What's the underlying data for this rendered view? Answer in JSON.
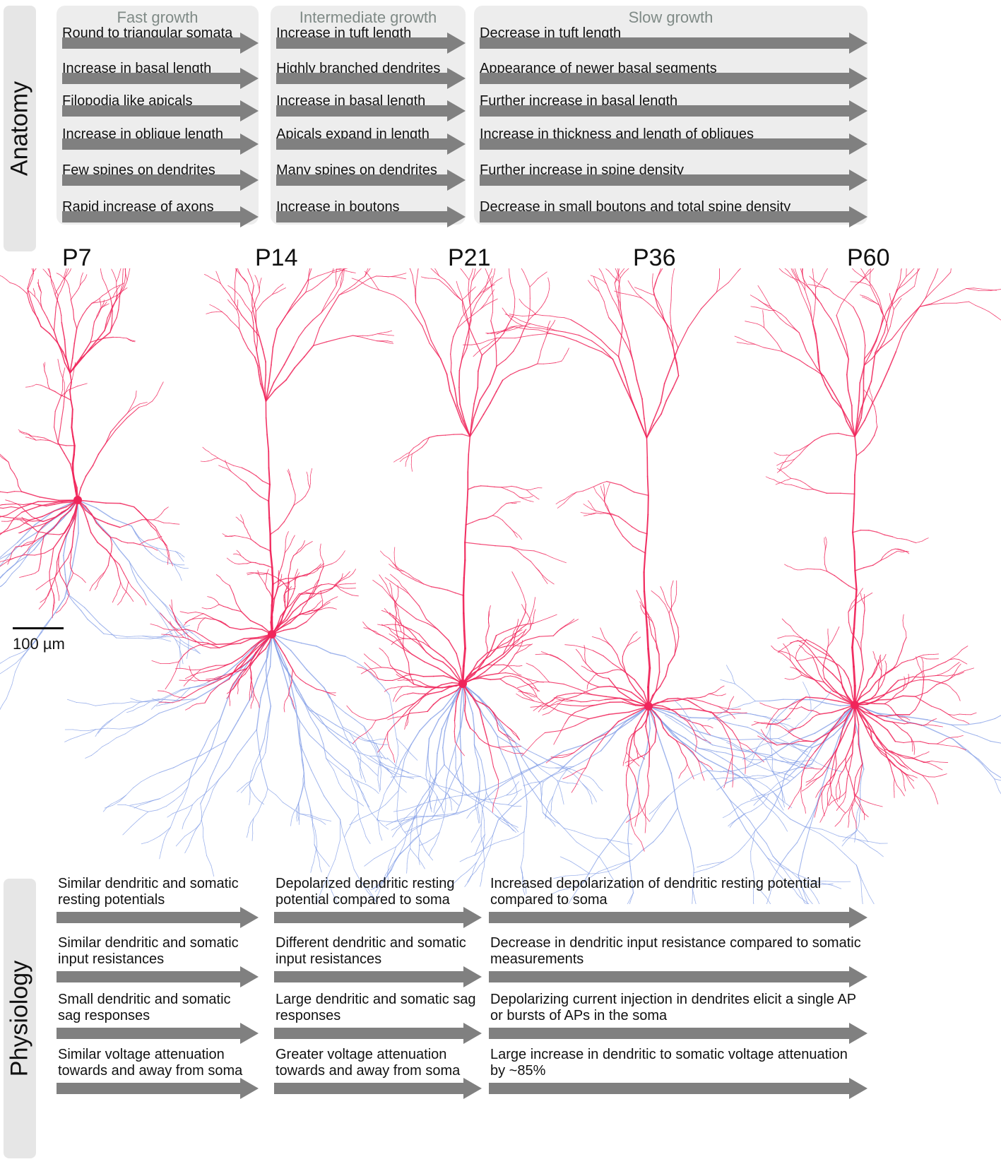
{
  "sections": {
    "anatomy": "Anatomy",
    "physiology": "Physiology"
  },
  "stages": [
    {
      "title": "Fast growth",
      "anatomy": [
        "Round to triangular somata",
        "Increase in basal length",
        "Filopodia like apicals",
        "Increase in oblique length",
        "Few spines on dendrites",
        "Rapid increase of axons"
      ],
      "physiology": [
        "Similar dendritic and somatic resting potentials",
        "Similar dendritic and somatic input resistances",
        "Small dendritic and somatic sag responses",
        "Similar voltage attenuation towards and away from soma"
      ]
    },
    {
      "title": "Intermediate growth",
      "anatomy": [
        "Increase in tuft length",
        "Highly branched dendrites",
        "Increase in basal length",
        "Apicals expand in length",
        "Many spines on dendrites",
        "Increase in boutons"
      ],
      "physiology": [
        "Depolarized dendritic resting potential compared to soma",
        "Different dendritic and somatic input resistances",
        "Large dendritic and somatic sag responses",
        "Greater voltage attenuation towards and away from soma"
      ]
    },
    {
      "title": "Slow growth",
      "anatomy": [
        "Decrease in tuft length",
        "Appearance of newer basal segments",
        "Further increase in basal length",
        "Increase in thickness and length of obliques",
        "Further increase in spine density",
        "Decrease in small boutons and total spine density"
      ],
      "physiology": [
        "Increased depolarization of dendritic resting potential compared to soma",
        "Decrease in dendritic input resistance compared to somatic measurements",
        "Depolarizing current injection in dendrites elicit a single AP or bursts of APs in the soma",
        "Large increase in dendritic to somatic voltage attenuation by ~85%"
      ]
    }
  ],
  "ages": [
    "P7",
    "P14",
    "P21",
    "P36",
    "P60"
  ],
  "scale_bar": "100 µm",
  "colors": {
    "arrow": "#808080",
    "panel": "#ededed",
    "stage_title": "#7f8a86",
    "dendrite": "#f0245a",
    "axon": "#7f9be6"
  }
}
